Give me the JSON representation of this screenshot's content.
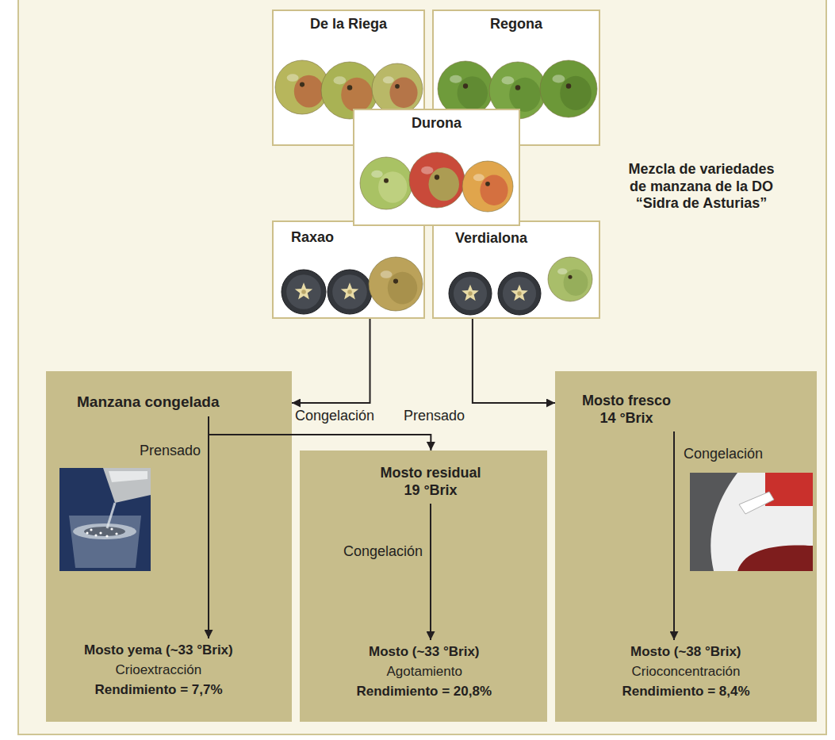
{
  "diagram": {
    "nodes": [
      {
        "text": [
          "De la Riega"
        ]
      },
      {
        "text": [
          "Regona"
        ]
      },
      {
        "text": [
          "Durona"
        ]
      },
      {
        "text": [
          "Raxao"
        ]
      },
      {
        "text": [
          "Verdialona"
        ]
      },
      {
        "text": [
          "Manzana congelada",
          "Mosto yema (~33 °Brix)",
          "Crioextracción",
          "Rendimiento = 7,7%"
        ]
      },
      {
        "text": [
          "Mosto residual 19 °Brix",
          "Mosto (~33 °Brix)",
          "Agotamiento",
          "Rendimiento = 20,8%"
        ]
      },
      {
        "text": [
          "Mosto fresco 14 °Brix",
          "Mosto (~38 °Brix)",
          "Crioconcentración",
          "Rendimiento = 8,4%"
        ]
      }
    ],
    "edges": [
      {
        "from": 3,
        "to": 5,
        "arrow": "to",
        "label": "Congelación"
      },
      {
        "from": 4,
        "to": 7,
        "arrow": "to",
        "label": "Prensado"
      },
      {
        "from": 5,
        "to": 6,
        "arrow": "to"
      }
    ],
    "labels": [
      "Mezcla de variedades de manzana de la DO “Sidra de Asturias”",
      "Prensado",
      "Congelación",
      "Congelación"
    ]
  }
}
